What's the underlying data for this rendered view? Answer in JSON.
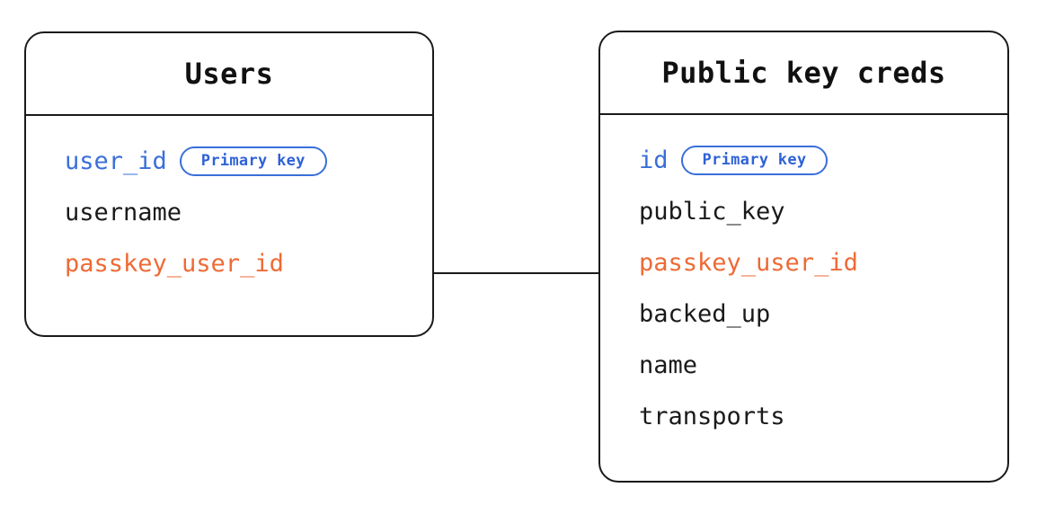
{
  "diagram": {
    "type": "entity-relationship-diagram",
    "background_color": "#ffffff",
    "palette": {
      "stroke": "#1a1a1a",
      "primary_key_blue": "#3a6fd8",
      "foreign_key_orange": "#ee6a35",
      "plain_text": "#1a1a1a",
      "badge_border": "#3a6fd8",
      "badge_text": "#2f62d6"
    },
    "entities": [
      {
        "id": "users",
        "title": "Users",
        "fields": [
          {
            "name": "user_id",
            "role": "pk",
            "badge": "Primary key"
          },
          {
            "name": "username",
            "role": "plain",
            "badge": null
          },
          {
            "name": "passkey_user_id",
            "role": "fk",
            "badge": null
          }
        ]
      },
      {
        "id": "public_key_creds",
        "title": "Public key creds",
        "fields": [
          {
            "name": "id",
            "role": "pk",
            "badge": "Primary key"
          },
          {
            "name": "public_key",
            "role": "plain",
            "badge": null
          },
          {
            "name": "passkey_user_id",
            "role": "fk",
            "badge": null
          },
          {
            "name": "backed_up",
            "role": "plain",
            "badge": null
          },
          {
            "name": "name",
            "role": "plain",
            "badge": null
          },
          {
            "name": "transports",
            "role": "plain",
            "badge": null
          }
        ]
      }
    ],
    "relationships": [
      {
        "id": "users-to-public-key-creds",
        "from_entity": "users",
        "from_field": "passkey_user_id",
        "to_entity": "public_key_creds",
        "to_field": "passkey_user_id",
        "style": "solid-line"
      }
    ]
  }
}
